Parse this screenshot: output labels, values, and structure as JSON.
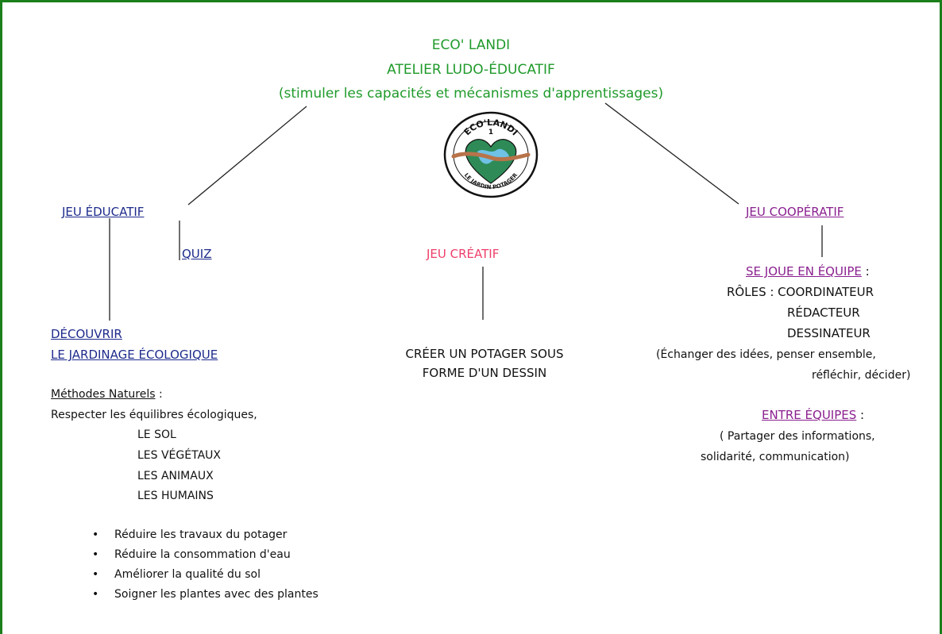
{
  "header": {
    "line1": "ECO' LANDI",
    "line2": "ATELIER LUDO-ÉDUCATIF",
    "line3": "(stimuler les capacités et mécanismes d'apprentissages)"
  },
  "logo": {
    "top_text": "ECO'LANDI",
    "number": "1",
    "bottom_text": "LE JARDIN POTAGER"
  },
  "educatif": {
    "title": "JEU ÉDUCATIF",
    "quiz": "QUIZ",
    "decouvrir_line1": "DÉCOUVRIR",
    "decouvrir_line2": "LE JARDINAGE ÉCOLOGIQUE",
    "methodes_label": "Méthodes Naturels",
    "methodes_colon": " :",
    "respecter": "Respecter les équilibres écologiques,",
    "items": [
      "LE SOL",
      "LES VÉGÉTAUX",
      "LES ANIMAUX",
      "LES HUMAINS"
    ],
    "bullets": [
      "Réduire les travaux du potager",
      "Réduire la consommation d'eau",
      "Améliorer la qualité du sol",
      "Soigner les plantes avec des plantes"
    ]
  },
  "creatif": {
    "title": "JEU CRÉATIF",
    "line1": "CRÉER UN POTAGER SOUS",
    "line2": "FORME D'UN DESSIN"
  },
  "cooperatif": {
    "title": "JEU COOPÉRATIF",
    "equipe": "SE JOUE EN ÉQUIPE",
    "equipe_colon": " :",
    "roles_label": "RÔLES : COORDINATEUR",
    "role2": "RÉDACTEUR",
    "role3": "DESSINATEUR",
    "desc1": "(Échanger des idées, penser ensemble,",
    "desc2": "réfléchir, décider)",
    "entre": "ENTRE ÉQUIPES",
    "entre_colon": " :",
    "entre_desc1": "( Partager des informations,",
    "entre_desc2": "solidarité, communication)"
  },
  "colors": {
    "frame": "#1b7f1b",
    "title_green": "#1f9a2a",
    "educatif_blue": "#1e2b8c",
    "cooperatif_purple": "#8a1f8f",
    "creatif_pink": "#ee3f6a"
  }
}
